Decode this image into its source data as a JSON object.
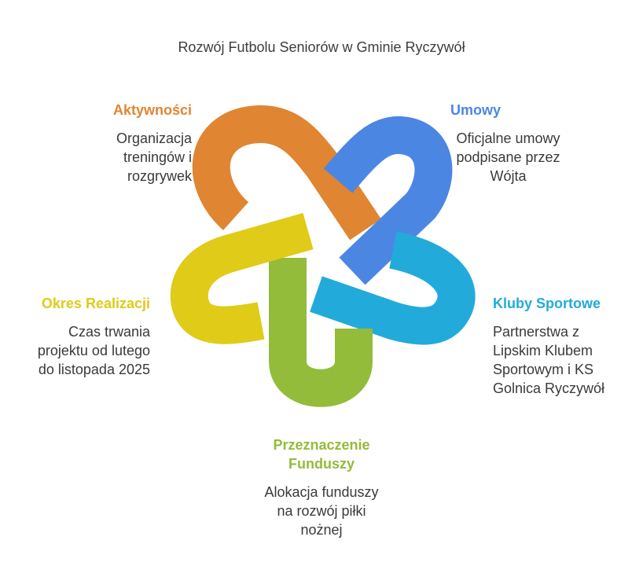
{
  "title": "Rozwój Futbolu Seniorów w Gminie Ryczywół",
  "colors": {
    "orange": "#E08532",
    "blue": "#4C86E3",
    "cyan": "#22ABDA",
    "green": "#93BC3A",
    "yellow": "#DFCB18"
  },
  "items": [
    {
      "heading": "Aktywności",
      "lines": [
        "Organizacja",
        "treningów i",
        "rozgrywek"
      ],
      "color": "#E08532"
    },
    {
      "heading": "Umowy",
      "lines": [
        "Oficjalne umowy",
        "podpisane przez",
        "Wójta"
      ],
      "color": "#4C86E3"
    },
    {
      "heading": "Kluby Sportowe",
      "lines": [
        "Partnerstwa z",
        "Lipskim Klubem",
        "Sportowym i KS",
        "Golnica Ryczywół"
      ],
      "color": "#22ABDA"
    },
    {
      "heading_lines": [
        "Przeznaczenie",
        "Funduszy"
      ],
      "lines": [
        "Alokacja funduszy",
        "na rozwój piłki",
        "nożnej"
      ],
      "color": "#93BC3A"
    },
    {
      "heading": "Okres Realizacji",
      "lines": [
        "Czas trwania",
        "projektu od lutego",
        "do listopada 2025"
      ],
      "color": "#DFCB18"
    }
  ]
}
